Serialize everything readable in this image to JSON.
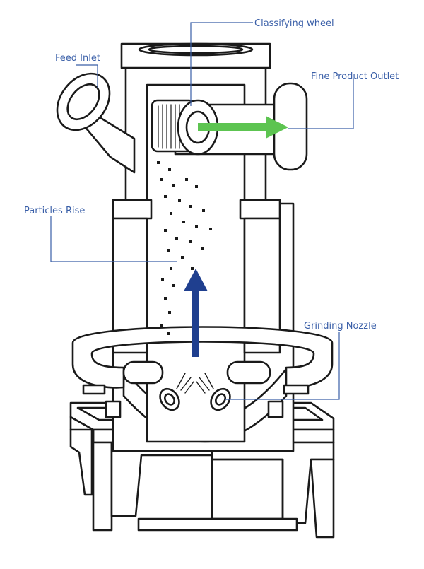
{
  "labels": {
    "classifying_wheel": "Classifying wheel",
    "feed_inlet": "Feed Inlet",
    "fine_product_outlet": "Fine Product Outlet",
    "particles_rise": "Particles Rise",
    "grinding_nozzle": "Grinding Nozzle"
  },
  "colors": {
    "label_text": "#3a5fa8",
    "leader_line": "#3a5fa8",
    "outline": "#1a1a1a",
    "upflow_arrow": "#1f3f8f",
    "product_arrow": "#5dc451"
  }
}
